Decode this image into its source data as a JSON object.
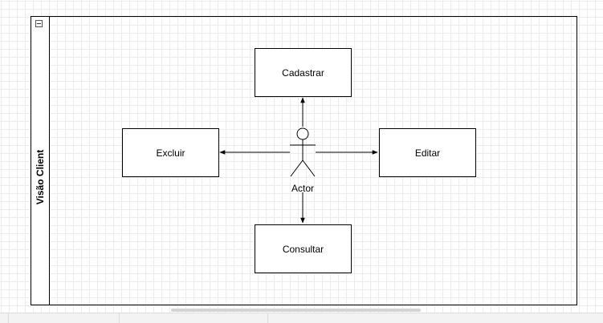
{
  "diagram": {
    "pool_title": "Visão Client",
    "actor_label": "Actor",
    "boxes": {
      "cadastrar": "Cadastrar",
      "excluir": "Excluir",
      "editar": "Editar",
      "consultar": "Consultar"
    }
  },
  "colors": {
    "stroke": "#000000",
    "grid": "#ececec",
    "background": "#ffffff"
  }
}
